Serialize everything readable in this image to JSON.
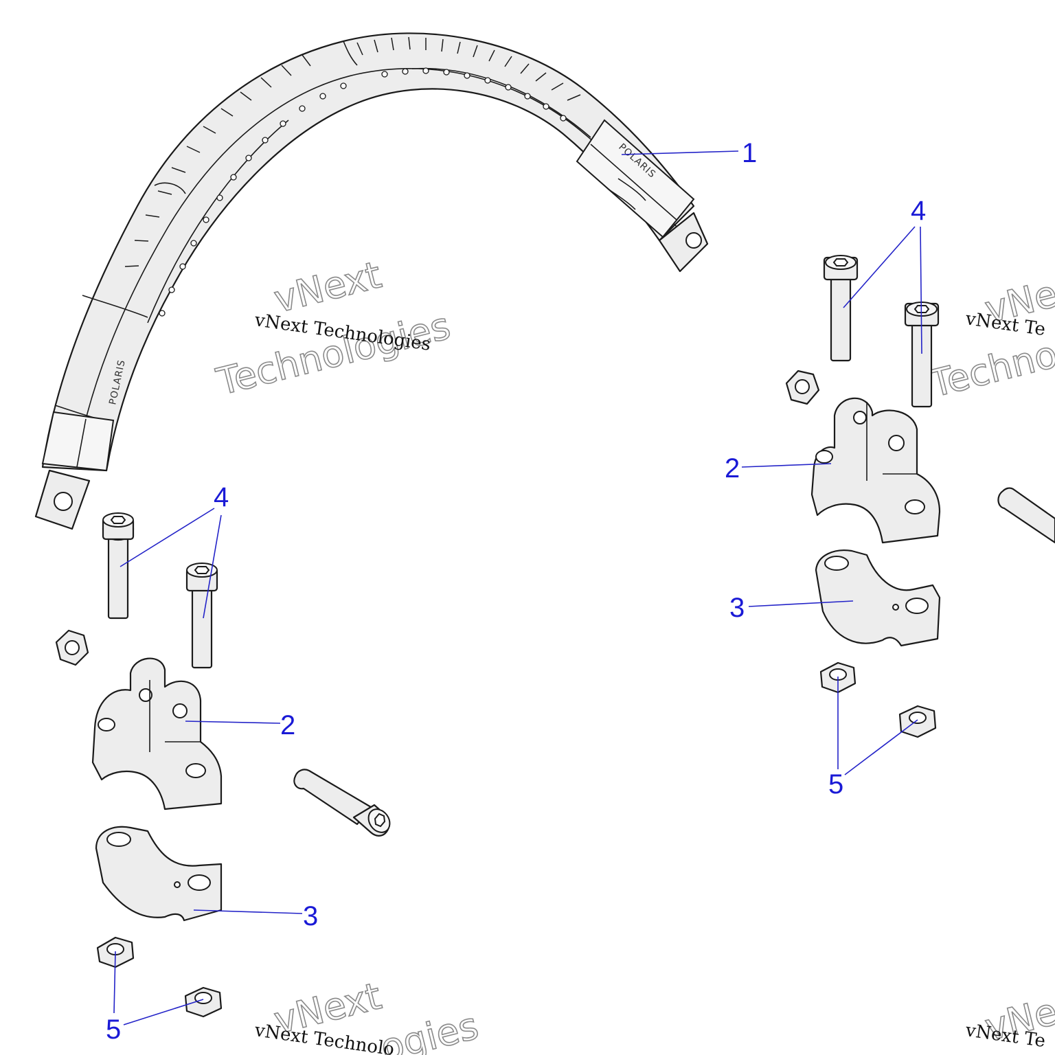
{
  "diagram": {
    "callouts": {
      "c1": "1",
      "c2_left": "2",
      "c2_right": "2",
      "c3_left": "3",
      "c3_right": "3",
      "c4_left": "4",
      "c4_right": "4",
      "c5_left": "5",
      "c5_right": "5"
    },
    "brand_marks": {
      "grip_upper": "POLARIS",
      "grip_lower": "POLARIS"
    },
    "callout_color": "#1a1ad6"
  },
  "watermark": {
    "outline_line1": "vNext",
    "outline_line2": "Technologies",
    "mono_text": "vNext Technologies",
    "mono_text_cut_right": "vNext Te",
    "outline_cut_right_1": "vNe",
    "outline_cut_right_2": "Techno",
    "outline_cut_bottom": "vNext",
    "outline_cut_bottom_2": "ogies",
    "mono_cut_bottom": "vNext Technolo",
    "mono_cut_bottom_right": "vNext Te",
    "outline_cut_bottom_right": "vNe"
  }
}
